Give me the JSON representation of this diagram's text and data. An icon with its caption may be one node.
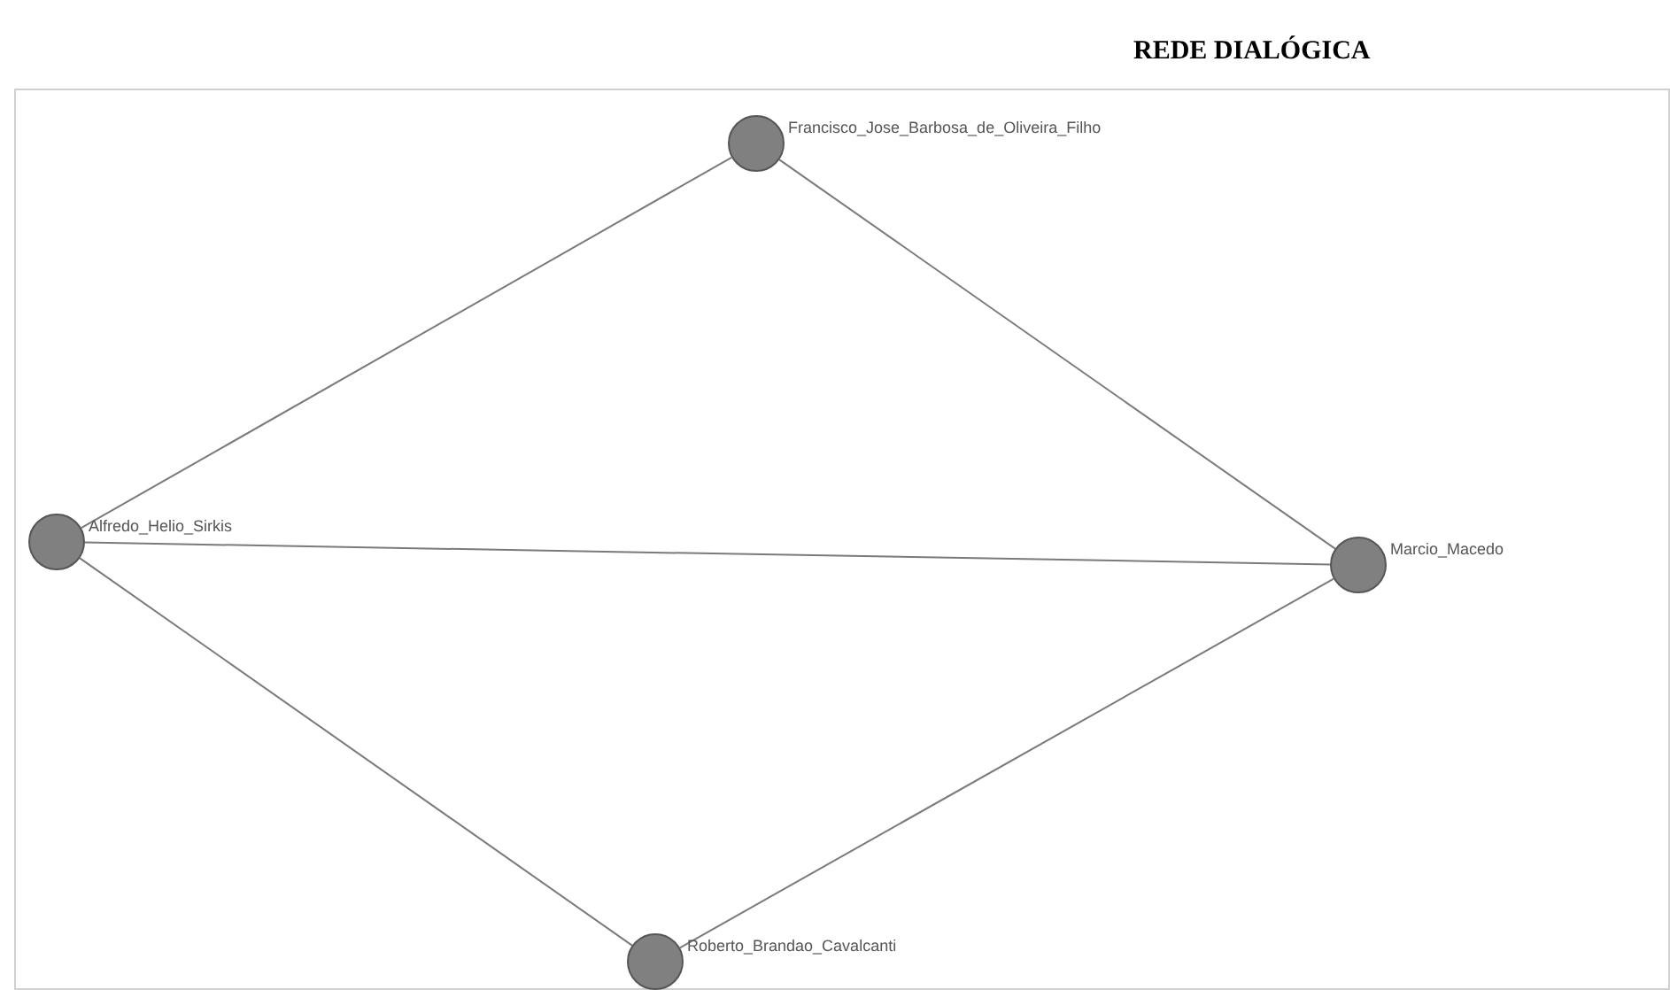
{
  "diagram": {
    "title": "REDE DIALÓGICA",
    "nodes": [
      {
        "text": [],
        "shape": "circle",
        "beside": [
          "Francisco_Jose_Barbosa_de_Oliveira_Filho"
        ]
      },
      {
        "text": [],
        "shape": "circle",
        "beside": [
          "Alfredo_Helio_Sirkis"
        ]
      },
      {
        "text": [],
        "shape": "circle",
        "beside": [
          "Marcio_Macedo"
        ]
      },
      {
        "text": [],
        "shape": "circle",
        "beside": [
          "Roberto_Brandao_Cavalcanti"
        ]
      }
    ],
    "edges": [
      {
        "from": 0,
        "to": 1,
        "arrow": "none"
      },
      {
        "from": 0,
        "to": 2,
        "arrow": "none"
      },
      {
        "from": 1,
        "to": 2,
        "arrow": "none"
      },
      {
        "from": 1,
        "to": 3,
        "arrow": "none"
      },
      {
        "from": 3,
        "to": 2,
        "arrow": "none"
      }
    ]
  }
}
